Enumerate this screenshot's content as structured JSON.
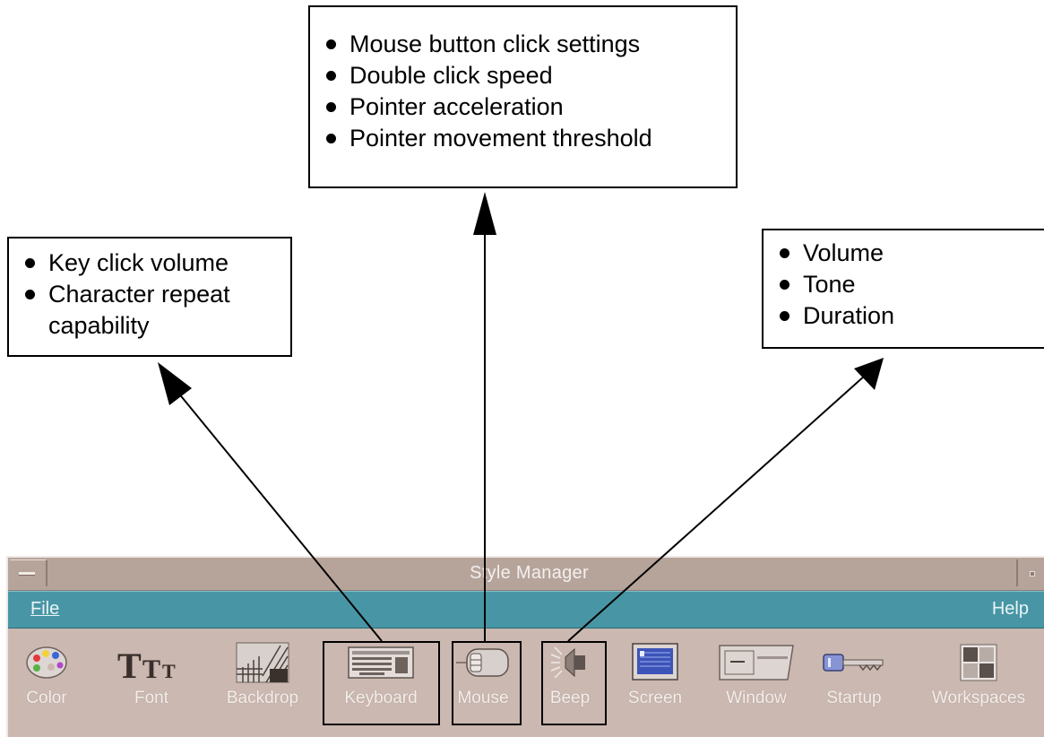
{
  "callouts": {
    "mouse": [
      "Mouse button click settings",
      "Double click speed",
      "Pointer acceleration",
      "Pointer movement threshold"
    ],
    "keyboard": [
      "Key click volume",
      "Character repeat capability"
    ],
    "beep": [
      "Volume",
      "Tone",
      "Duration"
    ]
  },
  "window": {
    "title": "Style Manager",
    "menus": {
      "file": "File",
      "help": "Help"
    },
    "tools": [
      {
        "label": "Color",
        "icon": "palette-icon"
      },
      {
        "label": "Font",
        "icon": "font-icon"
      },
      {
        "label": "Backdrop",
        "icon": "backdrop-icon"
      },
      {
        "label": "Keyboard",
        "icon": "keyboard-icon"
      },
      {
        "label": "Mouse",
        "icon": "mouse-icon"
      },
      {
        "label": "Beep",
        "icon": "speaker-icon"
      },
      {
        "label": "Screen",
        "icon": "monitor-icon"
      },
      {
        "label": "Window",
        "icon": "window-icon"
      },
      {
        "label": "Startup",
        "icon": "key-icon"
      },
      {
        "label": "Workspaces",
        "icon": "workspaces-icon"
      }
    ],
    "font_icon_text": "TTT",
    "colors": {
      "body": "#cbb8b0",
      "menubar": "#4896a5",
      "titlebar": "#b6a49b"
    }
  }
}
